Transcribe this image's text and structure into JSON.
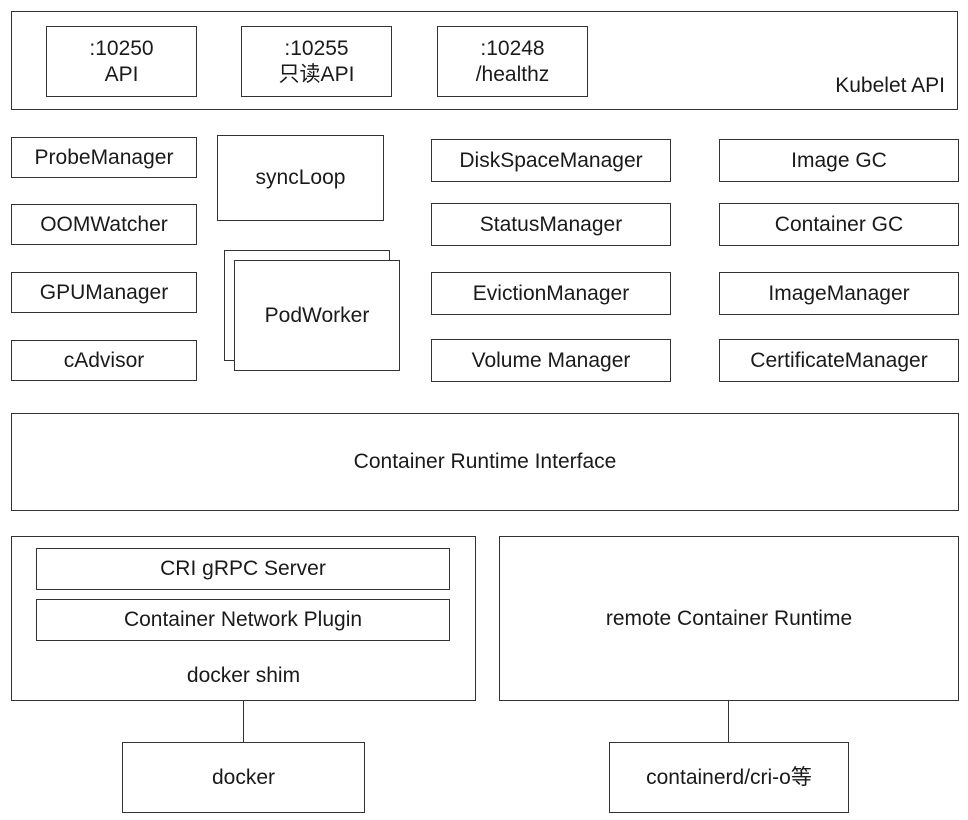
{
  "kubelet_api": {
    "label": "Kubelet API",
    "ports": [
      {
        "port": ":10250",
        "name": "API"
      },
      {
        "port": ":10255",
        "name": "只读API"
      },
      {
        "port": ":10248",
        "name": "/healthz"
      }
    ]
  },
  "left_managers": [
    "ProbeManager",
    "OOMWatcher",
    "GPUManager",
    "cAdvisor"
  ],
  "sync_loop": "syncLoop",
  "pod_worker": "PodWorker",
  "middle_managers": [
    "DiskSpaceManager",
    "StatusManager",
    "EvictionManager",
    "Volume Manager"
  ],
  "right_managers": [
    "Image GC",
    "Container GC",
    "ImageManager",
    "CertificateManager"
  ],
  "cri": "Container Runtime Interface",
  "docker_shim": {
    "label": "docker shim",
    "items": [
      "CRI gRPC Server",
      "Container Network Plugin"
    ]
  },
  "remote_runtime": "remote Container Runtime",
  "docker": "docker",
  "containerd": "containerd/cri-o等"
}
